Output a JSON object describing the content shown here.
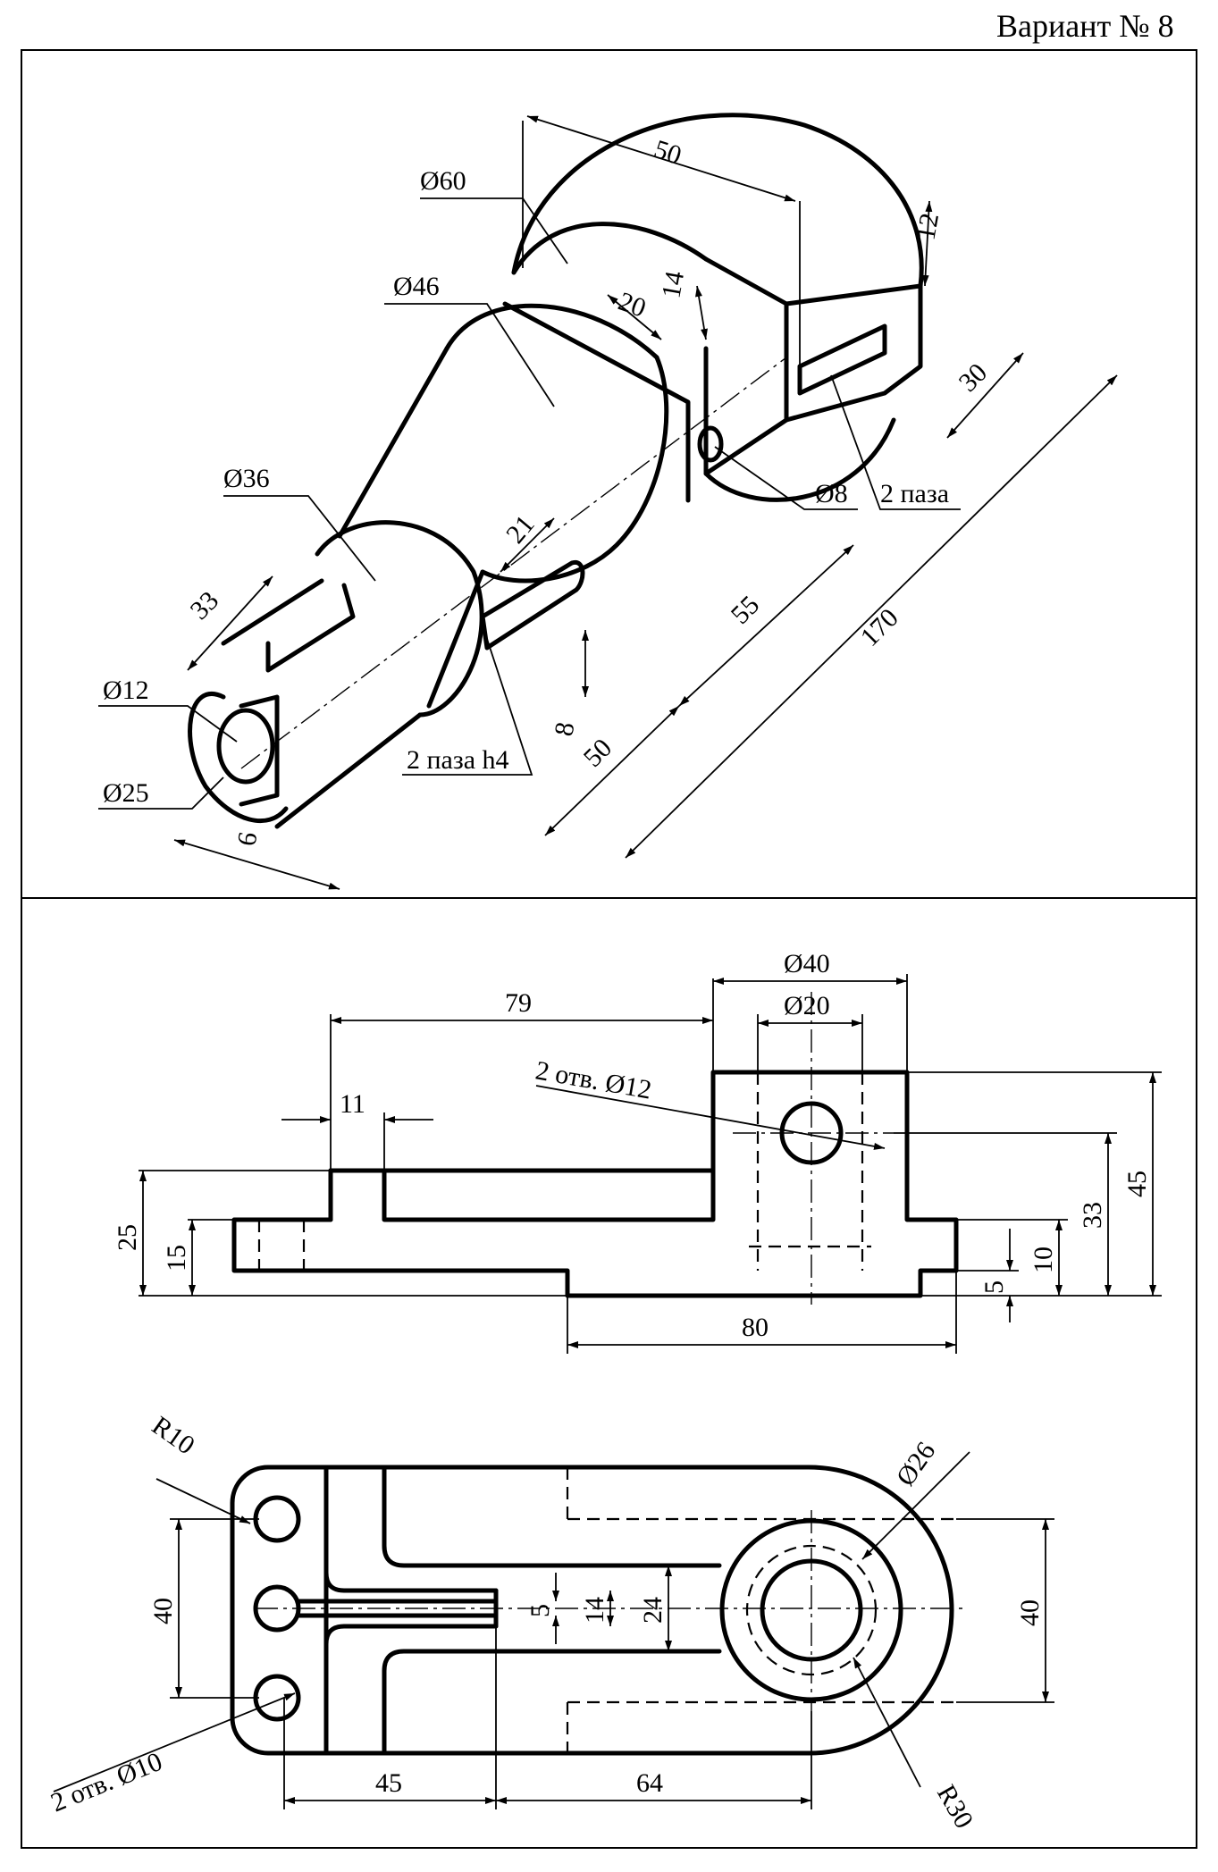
{
  "header": {
    "variant": "Вариант № 8"
  },
  "iso_view": {
    "labels": {
      "d60": "Ø60",
      "d46": "Ø46",
      "d36": "Ø36",
      "d12": "Ø12",
      "d25": "Ø25",
      "d8": "Ø8",
      "l50_top": "50",
      "l12": "12",
      "l20": "20",
      "l14": "14",
      "l30": "30",
      "l33": "33",
      "l21": "21",
      "l55": "55",
      "l170": "170",
      "l8": "8",
      "l50_bottom": "50",
      "l6": "6",
      "slots2": "2 паза",
      "slots2_h4": "2 паза h4"
    }
  },
  "front_view": {
    "labels": {
      "d40": "Ø40",
      "d20": "Ø20",
      "holes_2_d12": "2 отв. Ø12",
      "l79": "79",
      "l11": "11",
      "l25": "25",
      "l15": "15",
      "l45": "45",
      "l33": "33",
      "l10": "10",
      "l5": "5",
      "l80": "80"
    }
  },
  "top_view": {
    "labels": {
      "r10": "R10",
      "d26": "Ø26",
      "r30": "R30",
      "holes_2_d10": "2 отв. Ø10",
      "l40_left": "40",
      "l40_right": "40",
      "l5": "5",
      "l14": "14",
      "l24": "24",
      "l45": "45",
      "l64": "64"
    }
  }
}
